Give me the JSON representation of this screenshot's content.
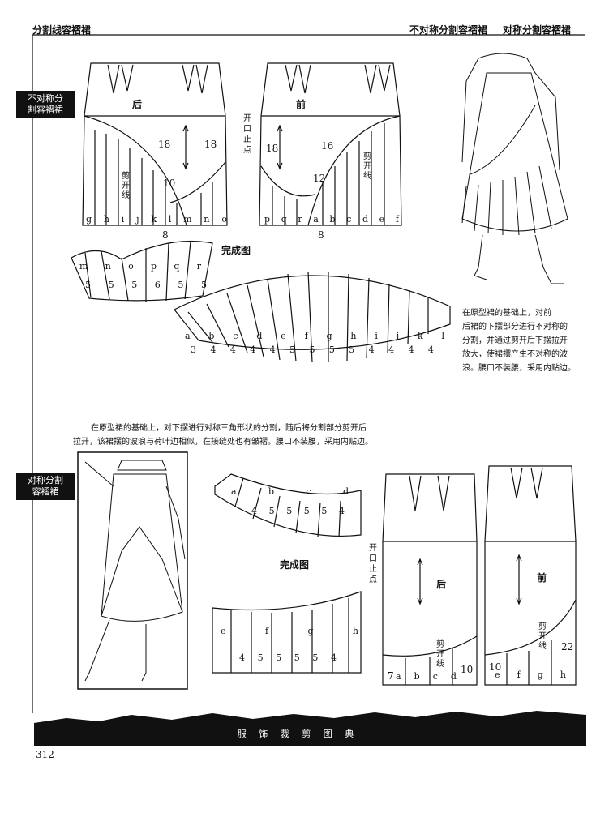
{
  "header": {
    "left_title": "分割线容褶裙",
    "right_title_1": "不对称分割容褶裙",
    "right_title_2": "对称分割容褶裙"
  },
  "section1": {
    "tab_label": "不对称分\n割容褶裙",
    "back_label": "后",
    "front_label": "前",
    "slit_stop_label": "开\n口\n止\n点",
    "cut_line_label": "剪开线",
    "finished_label": "完成图",
    "dimensions": [
      "18",
      "18",
      "10",
      "8",
      "18",
      "16",
      "12",
      "8"
    ],
    "back_letters": [
      "g",
      "h",
      "i",
      "j",
      "k",
      "l",
      "m",
      "n",
      "o"
    ],
    "front_letters": [
      "p",
      "q",
      "r",
      "a",
      "b",
      "c",
      "d",
      "e",
      "f"
    ],
    "piece_small_letters": [
      "m",
      "n",
      "o",
      "p",
      "q",
      "r"
    ],
    "piece_large_letters": [
      "a",
      "b",
      "c",
      "d",
      "e",
      "f",
      "g",
      "h",
      "i",
      "j",
      "k",
      "l"
    ],
    "piece_numbers": [
      "5",
      "5",
      "5",
      "6",
      "5",
      "5",
      "3",
      "4",
      "4",
      "4",
      "4",
      "5",
      "5",
      "5",
      "5",
      "4",
      "4",
      "4",
      "4"
    ],
    "description": [
      "在原型裙的基础上，对前",
      "后裙的下摆部分进行不对称的",
      "分割，并通过剪开后下摆拉开",
      "放大，使裙摆产生不对称的波",
      "浪。腰口不装腰，采用内贴边。"
    ]
  },
  "section2": {
    "tab_label": "对称分割\n容褶裙",
    "description": [
      "在原型裙的基础上，对下摆进行对称三角形状的分割，随后将分割部分剪开后",
      "拉开，该裙摆的波浪与荷叶边相似，在接缝处也有皱褶。腰口不装腰，采用内贴边。"
    ],
    "finished_label": "完成图",
    "slit_stop_label": "开\n口\n止\n点",
    "back_label": "后",
    "front_label": "前",
    "cut_line_label": "剪开线",
    "dimensions": [
      "7",
      "10",
      "10",
      "22"
    ],
    "back_letters": [
      "a",
      "b",
      "c",
      "d"
    ],
    "front_letters": [
      "e",
      "f",
      "g",
      "h"
    ],
    "piece_top_letters": [
      "a",
      "b",
      "c",
      "d"
    ],
    "piece_bottom_letters": [
      "e",
      "f",
      "g",
      "h"
    ],
    "piece_numbers": [
      "4",
      "5",
      "5",
      "5",
      "5",
      "4",
      "4",
      "5",
      "5",
      "5",
      "5",
      "4"
    ]
  },
  "footer": {
    "book_title": "服 饰 裁 剪 图 典",
    "page_number": "312"
  }
}
